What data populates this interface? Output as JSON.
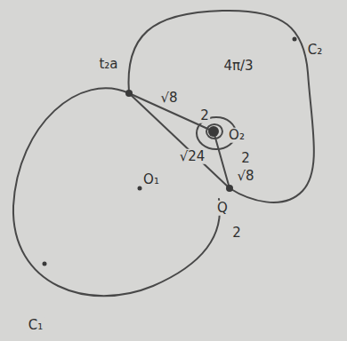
{
  "diagram": {
    "labels": [
      "t₂a",
      "√8",
      "4π/3",
      "2",
      "O₂",
      "√24",
      "2",
      "√8",
      "O₁",
      "Q",
      "2",
      "C₁",
      "C₂"
    ]
  }
}
